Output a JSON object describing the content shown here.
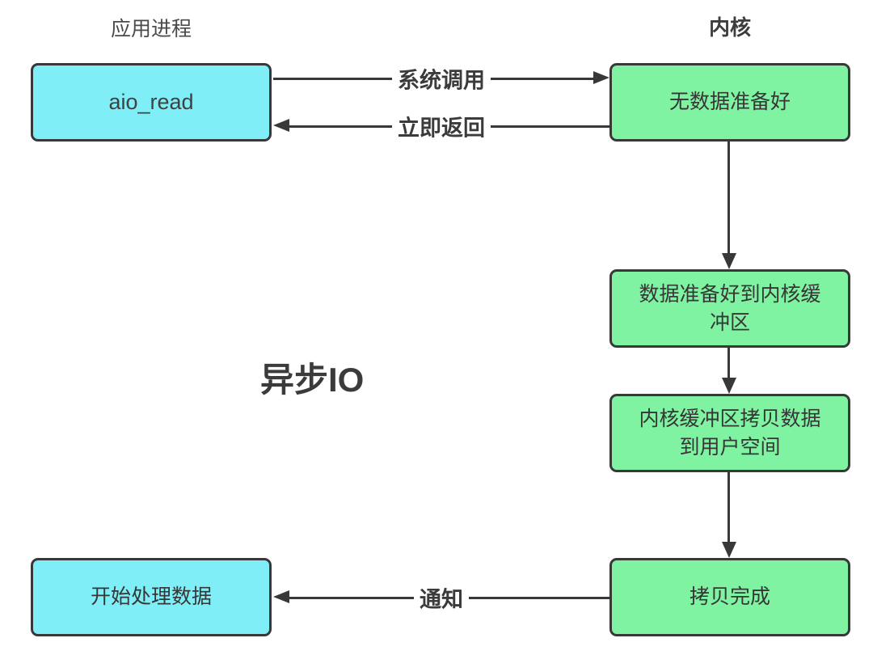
{
  "theme": {
    "cyan": "#7FEEF6",
    "green": "#7FF3A2",
    "stroke": "#383838",
    "label-color": "#4A4A4A",
    "background": "#FFFFFF"
  },
  "title": "异步IO",
  "header": {
    "left_column_label": "应用进程",
    "right_column_label": "内核"
  },
  "nodes": {
    "aio_read": {
      "label": "aio_read",
      "color": "cyan"
    },
    "no_data_ready": {
      "label": "无数据准备好",
      "color": "green"
    },
    "data_ready_to_kernel_buffer": {
      "label": "数据准备好到内核缓冲区",
      "color": "green"
    },
    "kernel_buffer_copy_to_user_space": {
      "label": "内核缓冲区拷贝数据到用户空间",
      "color": "green"
    },
    "copy_complete": {
      "label": "拷贝完成",
      "color": "green"
    },
    "start_processing_data": {
      "label": "开始处理数据",
      "color": "cyan"
    }
  },
  "edges": {
    "system_call": {
      "label": "系统调用",
      "from": "aio_read",
      "to": "no_data_ready",
      "direction": "right"
    },
    "immediate_return": {
      "label": "立即返回",
      "from": "no_data_ready",
      "to": "aio_read",
      "direction": "left"
    },
    "data_arrives": {
      "from": "no_data_ready",
      "to": "data_ready_to_kernel_buffer",
      "direction": "down"
    },
    "copy_data": {
      "from": "data_ready_to_kernel_buffer",
      "to": "kernel_buffer_copy_to_user_space",
      "direction": "down"
    },
    "copy_done": {
      "from": "kernel_buffer_copy_to_user_space",
      "to": "copy_complete",
      "direction": "down"
    },
    "notify": {
      "label": "通知",
      "from": "copy_complete",
      "to": "start_processing_data",
      "direction": "left"
    }
  }
}
